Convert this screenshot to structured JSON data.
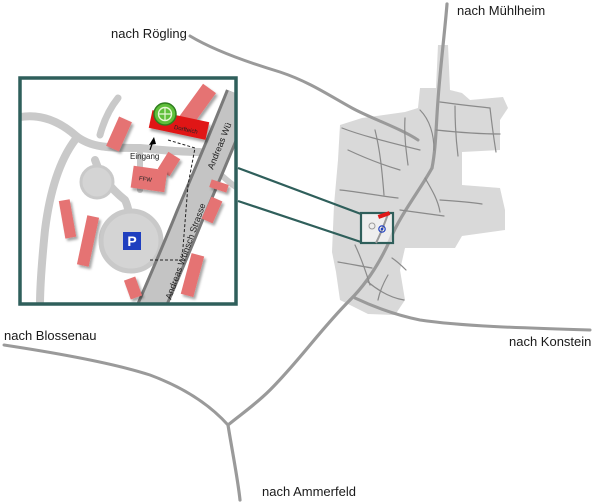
{
  "map": {
    "colors": {
      "background": "#ffffff",
      "road": "#9a9a9a",
      "village_area": "#d9d9d9",
      "inset_frame": "#2f5f5b",
      "inset_background": "#ffffff",
      "inset_road": "#c9c9c9",
      "building": "#e57373",
      "highlight_building": "#e01818",
      "parking": "#1f3fbf",
      "marker_green": "#5fbf3a",
      "marker_blue": "#2040c0"
    },
    "destinations": {
      "north_west": "nach Rögling",
      "north_east": "nach Mühlheim",
      "west": "nach Blossenau",
      "east": "nach Konstein",
      "south": "nach Ammerfeld"
    },
    "inset": {
      "entrance_label": "Eingang",
      "highlight_building_label": "Dorfteich",
      "fire_station_label": "FFW",
      "parking_symbol": "P",
      "street_name_main": "Andreas Wünsch Strasse",
      "street_name_top": "Andreas Wü",
      "icons": [
        "green-location-marker-icon",
        "parking-icon",
        "arrow-up-icon"
      ]
    }
  }
}
